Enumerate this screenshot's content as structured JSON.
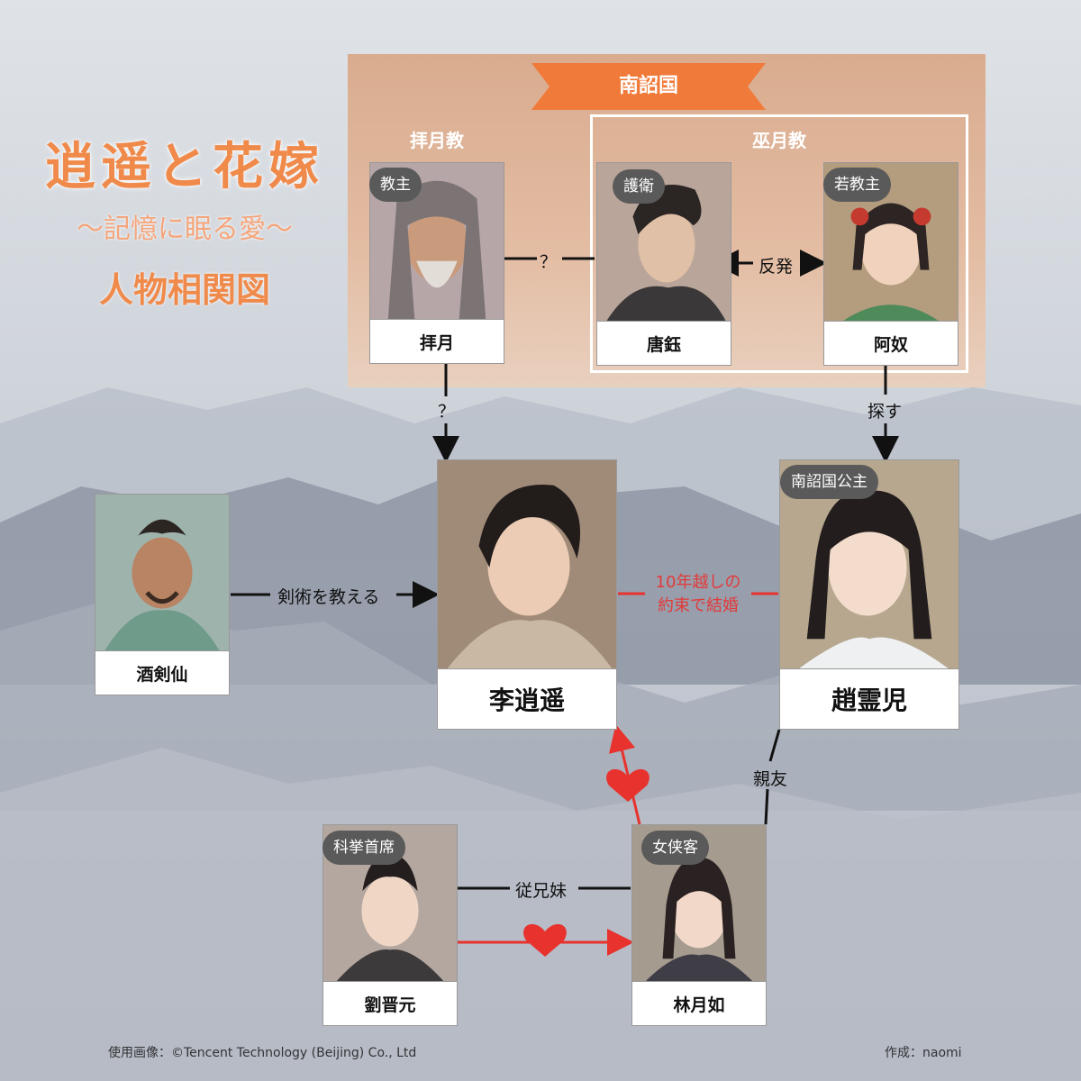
{
  "title": {
    "main": "逍遥と花嫁",
    "subtitle": "〜記憶に眠る愛〜",
    "diagram": "人物相関図"
  },
  "region": {
    "name": "南詔国"
  },
  "groups": {
    "baiyue": "拝月教",
    "wuyue": "巫月教"
  },
  "characters": {
    "baiyue": {
      "name": "拝月",
      "role": "教主"
    },
    "tangyu": {
      "name": "唐鈺",
      "role": "護衛"
    },
    "anu": {
      "name": "阿奴",
      "role": "若教主"
    },
    "jiujian": {
      "name": "酒剣仙",
      "role": ""
    },
    "lixiaoyao": {
      "name": "李逍遥",
      "role": ""
    },
    "zhaolinger": {
      "name": "趙霊児",
      "role": "南詔国公主"
    },
    "liujinyuan": {
      "name": "劉晋元",
      "role": "科挙首席"
    },
    "linyueru": {
      "name": "林月如",
      "role": "女侠客"
    }
  },
  "relations": {
    "baiyue_tangyu": "？",
    "tangyu_anu": "反発",
    "baiyue_lixiaoyao": "？",
    "anu_zhaolinger": "探す",
    "jiujian_lixiaoyao": "剣術を教える",
    "li_zhao_line1": "10年越しの",
    "li_zhao_line2": "約束で結婚",
    "zhao_lin": "親友",
    "liu_lin": "従兄妹"
  },
  "footer": {
    "credit": "使用画像：©Tencent Technology (Beijing) Co., Ltd",
    "author": "作成：naomi"
  },
  "colors": {
    "accent": "#f08a4b",
    "banner": "#f07a3a",
    "love": "#e8322e",
    "role_badge": "#5a5a5a"
  }
}
